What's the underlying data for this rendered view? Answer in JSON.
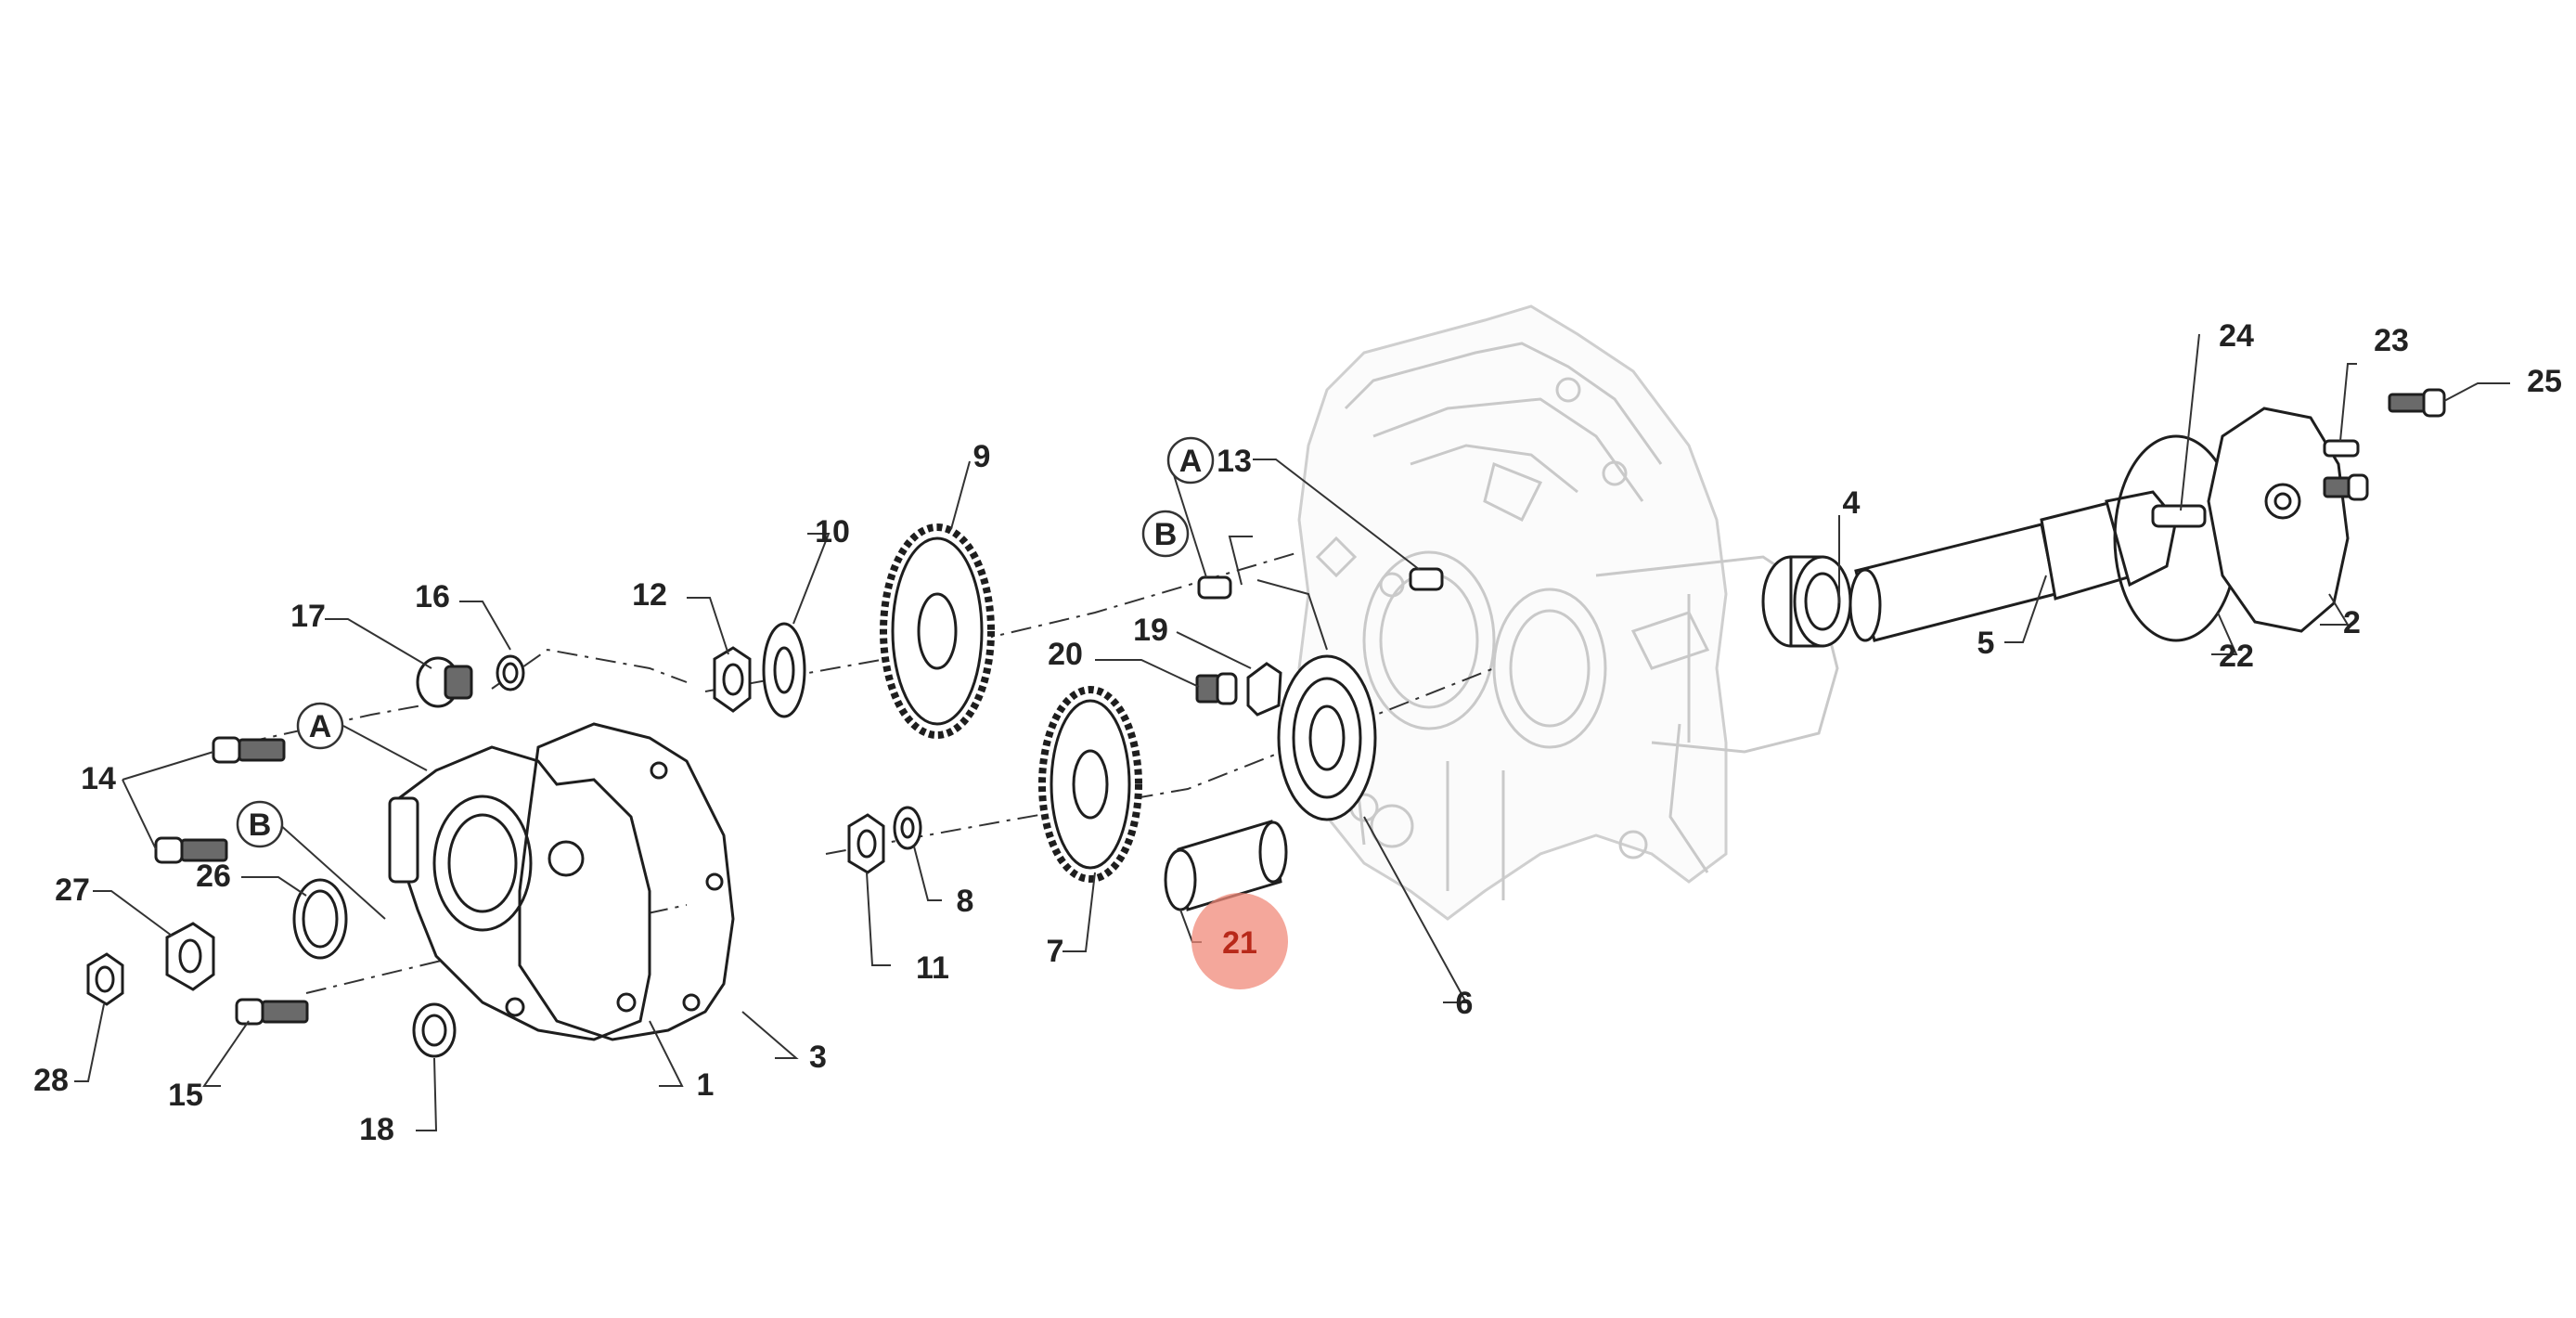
{
  "callouts": {
    "c1": "1",
    "c2": "2",
    "c3": "3",
    "c4": "4",
    "c5": "5",
    "c6": "6",
    "c7": "7",
    "c8": "8",
    "c9": "9",
    "c10": "10",
    "c11": "11",
    "c12": "12",
    "c13": "13",
    "c14": "14",
    "c15": "15",
    "c16": "16",
    "c17": "17",
    "c18": "18",
    "c19": "19",
    "c20": "20",
    "c21": "21",
    "c22": "22",
    "c23": "23",
    "c24": "24",
    "c25": "25",
    "c26": "26",
    "c27": "27",
    "c28": "28"
  },
  "reference_marks": {
    "a_left": "A",
    "b_left": "B",
    "a_right": "A",
    "b_right": "B"
  },
  "highlight": {
    "callout": "21",
    "color": "#f08a7a",
    "text_color": "#b8291a"
  },
  "colors": {
    "line": "#222222",
    "ghost_housing": "#c9c9c9"
  }
}
